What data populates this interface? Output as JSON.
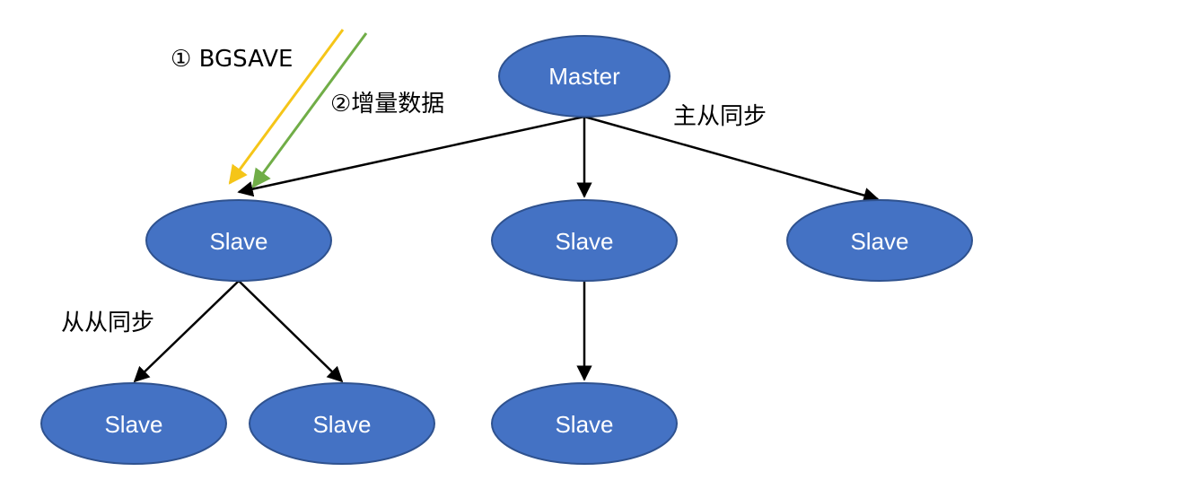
{
  "diagram": {
    "nodes": {
      "master": {
        "label": "Master"
      },
      "slave_l1_left": {
        "label": "Slave"
      },
      "slave_l1_mid": {
        "label": "Slave"
      },
      "slave_l1_right": {
        "label": "Slave"
      },
      "slave_l2_a": {
        "label": "Slave"
      },
      "slave_l2_b": {
        "label": "Slave"
      },
      "slave_l2_c": {
        "label": "Slave"
      }
    },
    "edges": [
      {
        "from": "master",
        "to": "slave_l1_left"
      },
      {
        "from": "master",
        "to": "slave_l1_mid"
      },
      {
        "from": "master",
        "to": "slave_l1_right"
      },
      {
        "from": "slave_l1_left",
        "to": "slave_l2_a"
      },
      {
        "from": "slave_l1_left",
        "to": "slave_l2_b"
      },
      {
        "from": "slave_l1_mid",
        "to": "slave_l2_c"
      }
    ],
    "annotations": {
      "step1": "① BGSAVE",
      "step2": "②增量数据",
      "master_slave_sync": "主从同步",
      "slave_slave_sync": "从从同步"
    }
  },
  "colors": {
    "node_fill": "#4472c4",
    "node_stroke": "#2f528f",
    "edge": "#000000",
    "step1_arrow": "#f5c518",
    "step2_arrow": "#70ad47"
  }
}
